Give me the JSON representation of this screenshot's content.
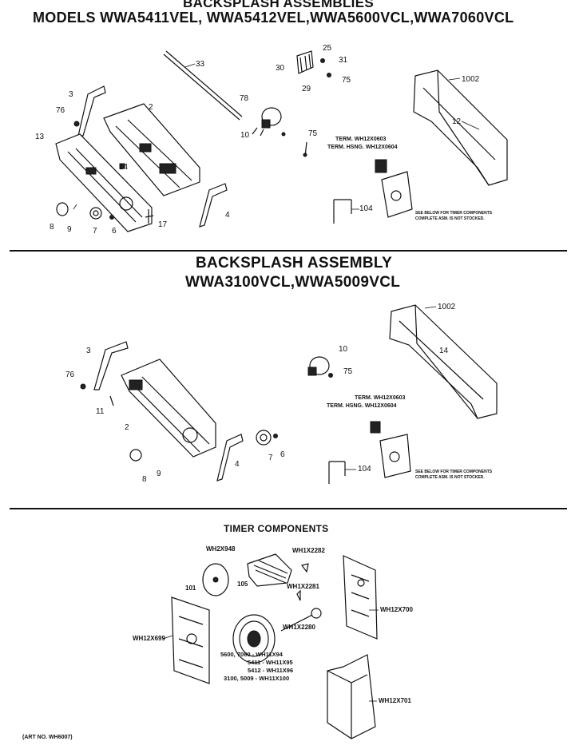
{
  "header": {
    "title_top": "BACKSPLASH ASSEMBLIES",
    "models_top": "MODELS WWA5411VEL, WWA5412VEL,WWA5600VCL,WWA7060VCL",
    "title_mid": "BACKSPLASH ASSEMBLY",
    "models_mid": "WWA3100VCL,WWA5009VCL",
    "title_timer": "TIMER COMPONENTS"
  },
  "section1_callouts": [
    "33",
    "25",
    "30",
    "31",
    "29",
    "75",
    "78",
    "3",
    "76",
    "2",
    "13",
    "10",
    "75",
    "14",
    "8",
    "9",
    "7",
    "6",
    "17",
    "4",
    "1002",
    "12",
    "104"
  ],
  "section1_notes": {
    "term": "TERM. WH12X0603",
    "hsng": "TERM. HSNG. WH12X0604",
    "see_below_1": "SEE BELOW FOR TIMER COMPONENTS",
    "see_below_2": "COMPLETE ASM. IS NOT STOCKED."
  },
  "section2_callouts": [
    "3",
    "76",
    "11",
    "2",
    "8",
    "9",
    "7",
    "6",
    "4",
    "10",
    "75",
    "1002",
    "14",
    "104"
  ],
  "section2_notes": {
    "term": "TERM. WH12X0603",
    "hsng": "TERM. HSNG. WH12X0604",
    "see_below_1": "SEE BELOW FOR TIMER COMPONENTS",
    "see_below_2": "COMPLETE ASM. IS NOT STOCKED."
  },
  "timer": {
    "labels": [
      "WH2X948",
      "WH1X2282",
      "101",
      "105",
      "WH1X2281",
      "WH12X700",
      "WH1X2280",
      "WH12X699",
      "WH12X701"
    ],
    "knob_lines": [
      "5600, 7060 - WH11X94",
      "5411 - WH11X95",
      "5412 - WH11X96",
      "3100, 5009 - WH11X100"
    ]
  },
  "footer": {
    "art_no": "(ART NO. WH6007)"
  }
}
